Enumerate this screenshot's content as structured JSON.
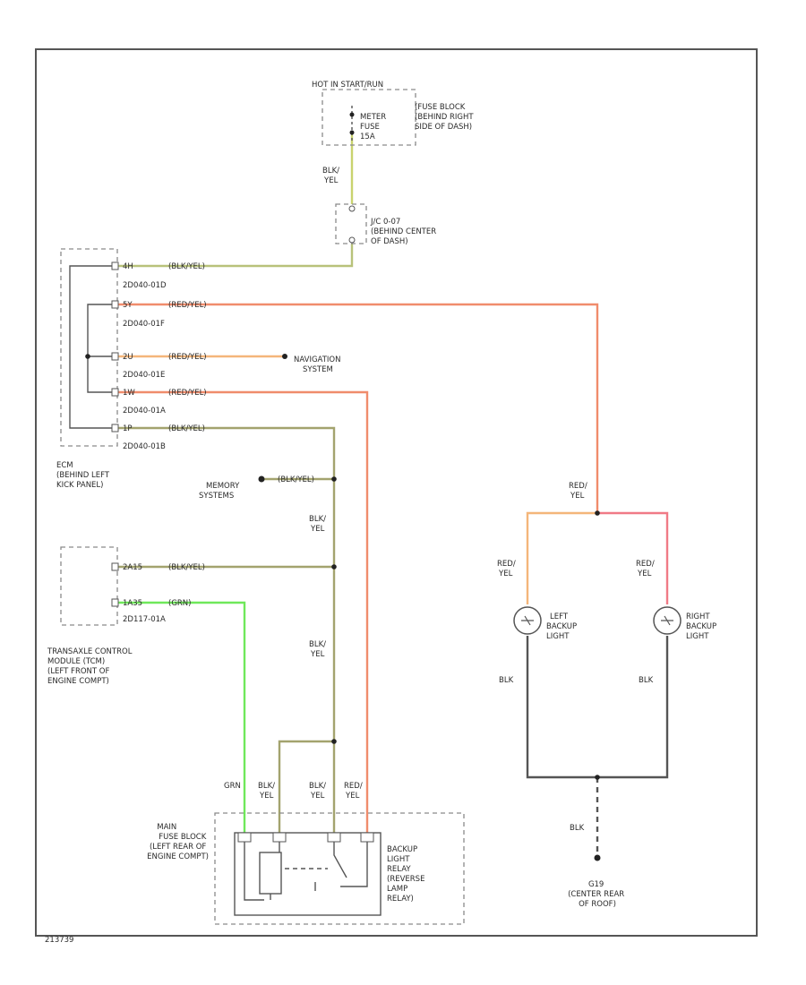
{
  "colors": {
    "blk_yel": "#a3a36e",
    "red_yel": "#f08c6c",
    "red_yel_light": "#f4b67a",
    "red_yel_right": "#f07a86",
    "grn": "#6fe85a",
    "blk": "#555555"
  },
  "hot_label": "HOT IN START/RUN",
  "fuse_meter": {
    "lines": [
      "METER",
      "FUSE",
      "15A"
    ]
  },
  "fuse_block_dash": {
    "lines": [
      "(FUSE BLOCK",
      "(BEHIND RIGHT",
      "SIDE OF DASH)"
    ]
  },
  "wire_fuse_to_joint": {
    "lines": [
      "BLK/",
      "YEL"
    ]
  },
  "joint_connector": {
    "lines": [
      "J/C 0-07",
      "(BEHIND CENTER",
      "OF DASH)"
    ]
  },
  "ecm": {
    "pins": [
      {
        "pin": "4H",
        "wire": "(BLK/YEL)",
        "connector": "2D040-01D"
      },
      {
        "pin": "5Y",
        "wire": "(RED/YEL)",
        "connector": "2D040-01F"
      },
      {
        "pin": "2U",
        "wire": "(RED/YEL)",
        "connector": "2D040-01E"
      },
      {
        "pin": "1W",
        "wire": "(RED/YEL)",
        "connector": "2D040-01A"
      },
      {
        "pin": "1P",
        "wire": "(BLK/YEL)",
        "connector": "2D040-01B"
      }
    ],
    "label": [
      "ECM",
      "(BEHIND LEFT",
      "KICK PANEL)"
    ]
  },
  "navigation": {
    "lines": [
      "NAVIGATION",
      "SYSTEM"
    ]
  },
  "memory": {
    "lines": [
      "MEMORY",
      "SYSTEMS"
    ],
    "wire": "(BLK/YEL)"
  },
  "wire_memory_down": {
    "lines": [
      "BLK/",
      "YEL"
    ]
  },
  "tcm": {
    "pins": [
      {
        "pin": "2A15",
        "wire": "(BLK/YEL)"
      },
      {
        "pin": "1A35",
        "wire": "(GRN)",
        "connector": "2D117-01A"
      }
    ],
    "label": [
      "TRANSAXLE CONTROL",
      "MODULE (TCM)",
      "(LEFT FRONT OF",
      "ENGINE COMPT)"
    ]
  },
  "wire_tcm_down": {
    "lines": [
      "BLK/",
      "YEL"
    ]
  },
  "relay_wires": [
    {
      "lines": [
        "GRN"
      ]
    },
    {
      "lines": [
        "BLK/",
        "YEL"
      ]
    },
    {
      "lines": [
        "BLK/",
        "YEL"
      ]
    },
    {
      "lines": [
        "RED/",
        "YEL"
      ]
    }
  ],
  "relay": {
    "lines": [
      "BACKUP",
      "LIGHT",
      "RELAY",
      "(REVERSE",
      "LAMP",
      "RELAY)"
    ]
  },
  "main_fuse_block": {
    "lines": [
      "MAIN",
      "FUSE BLOCK",
      "(LEFT REAR OF",
      "ENGINE COMPT)"
    ]
  },
  "wire_red_yel_top": {
    "lines": [
      "RED/",
      "YEL"
    ]
  },
  "wire_red_yel_left": {
    "lines": [
      "RED/",
      "YEL"
    ]
  },
  "wire_red_yel_right": {
    "lines": [
      "RED/",
      "YEL"
    ]
  },
  "left_lamp": {
    "lines": [
      "LEFT",
      "BACKUP",
      "LIGHT"
    ]
  },
  "right_lamp": {
    "lines": [
      "RIGHT",
      "BACKUP",
      "LIGHT"
    ]
  },
  "wire_blk_left": {
    "lines": [
      "BLK"
    ]
  },
  "wire_blk_right": {
    "lines": [
      "BLK"
    ]
  },
  "wire_blk_ground": {
    "lines": [
      "BLK"
    ]
  },
  "ground": {
    "lines": [
      "G19",
      "(CENTER REAR",
      "OF ROOF)"
    ]
  },
  "diagram_id": "213739"
}
